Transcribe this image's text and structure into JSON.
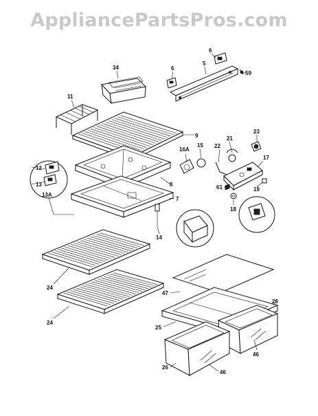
{
  "watermark": "AppliancePartsPros.com",
  "labels": {
    "p34": "34",
    "p6a": "6",
    "p5": "5",
    "p6b": "6",
    "p59": "59",
    "p11": "11",
    "p9": "9",
    "p16A": "16A",
    "p15": "15",
    "p22": "22",
    "p21": "21",
    "p23": "23",
    "p17": "17",
    "p12": "12",
    "p13": "13",
    "p13A": "13A",
    "p8": "8",
    "p61": "61",
    "p19": "19",
    "p7": "7",
    "p18": "18",
    "p14": "14",
    "p24a": "24",
    "p24b": "24",
    "p47": "47",
    "p26a": "26",
    "p25": "25",
    "p46a": "46",
    "p26b": "26",
    "p46b": "46"
  }
}
